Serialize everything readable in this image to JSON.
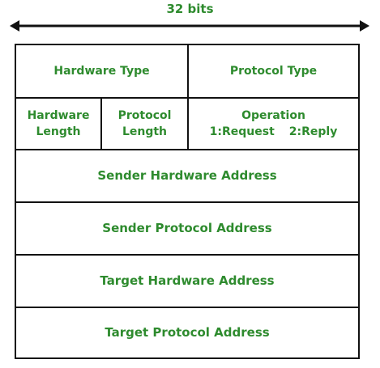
{
  "width_label": "32 bits",
  "fields": {
    "hardware_type": "Hardware Type",
    "protocol_type": "Protocol Type",
    "hardware_length": {
      "line1": "Hardware",
      "line2": "Length"
    },
    "protocol_length": {
      "line1": "Protocol",
      "line2": "Length"
    },
    "operation": {
      "title": "Operation",
      "request": "1:Request",
      "reply": "2:Reply"
    },
    "sender_hardware_address": "Sender Hardware Address",
    "sender_protocol_address": "Sender Protocol Address",
    "target_hardware_address": "Target Hardware Address",
    "target_protocol_address": "Target Protocol Address"
  },
  "colors": {
    "text": "#2e8b2e",
    "border": "#111111",
    "arrow": "#111111"
  }
}
